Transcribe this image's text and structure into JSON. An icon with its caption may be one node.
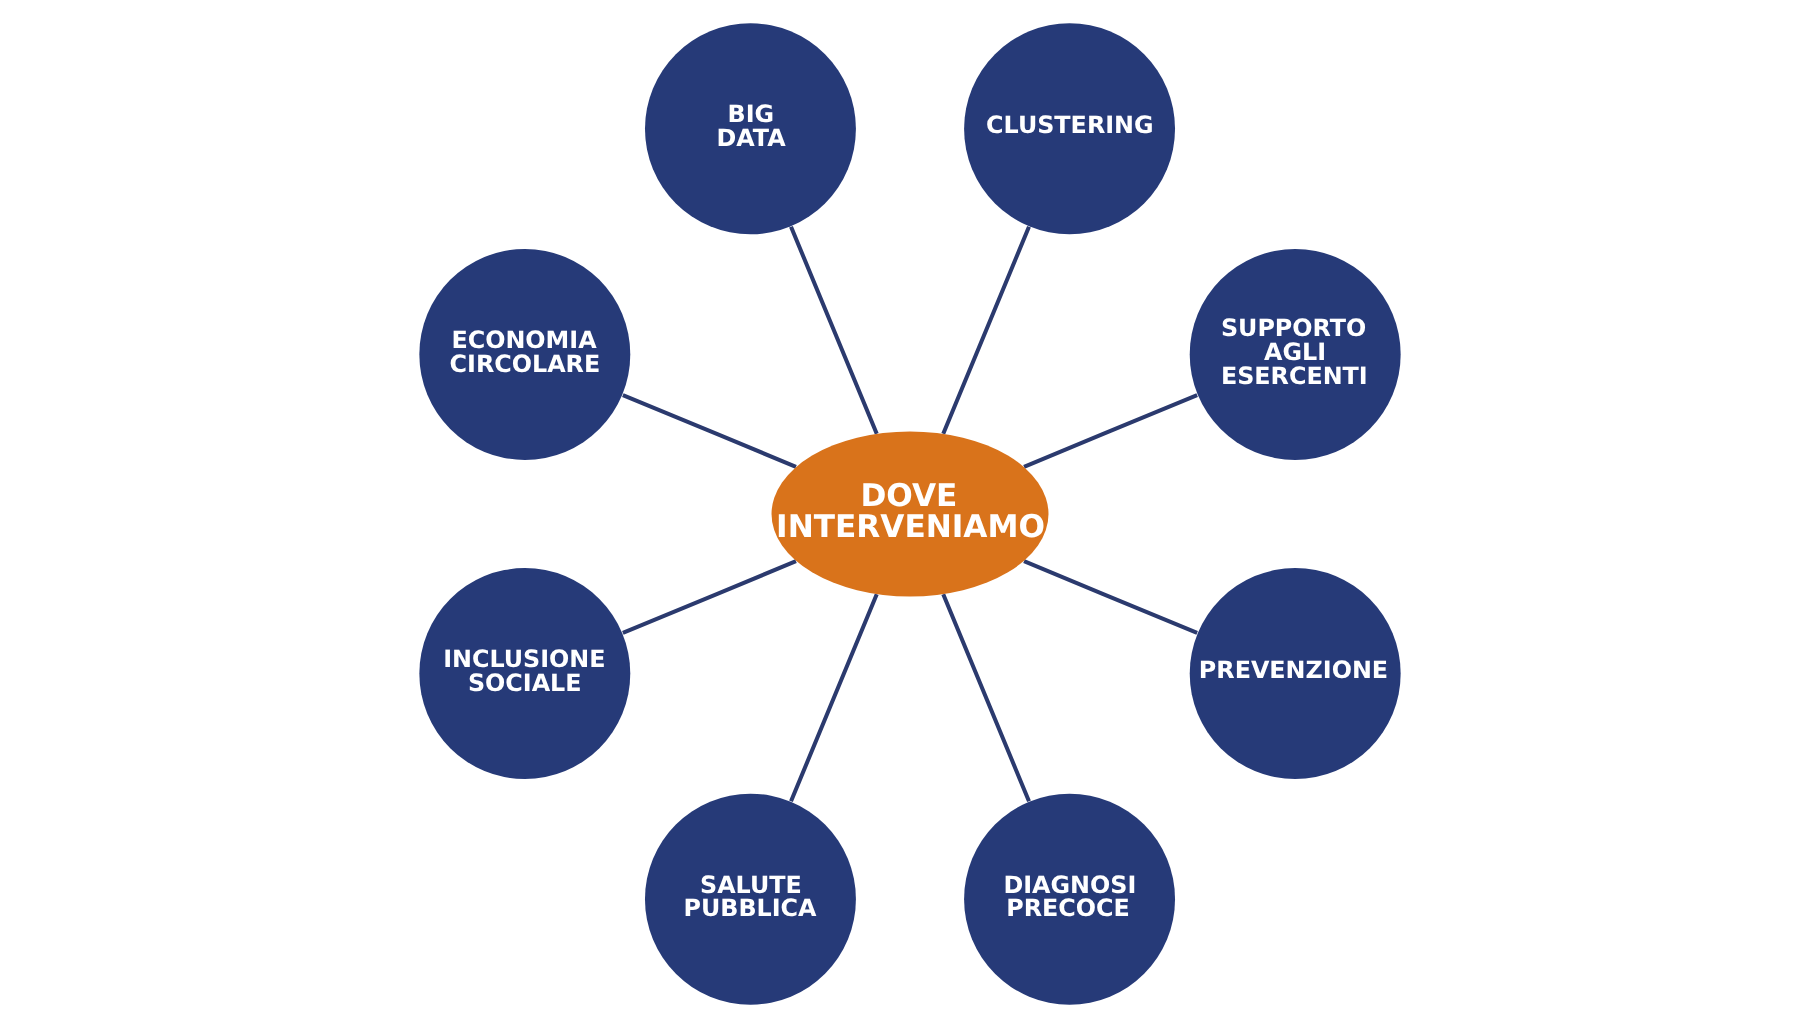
{
  "diagram": {
    "nodes": [
      {
        "text": [
          "DOVE INTERVENIAMO"
        ]
      },
      {
        "text": [
          "BIG DATA"
        ]
      },
      {
        "text": [
          "CLUSTERING"
        ]
      },
      {
        "text": [
          "ECONOMIA CIRCOLARE"
        ]
      },
      {
        "text": [
          "SUPPORTO AGLI ESERCENTI"
        ]
      },
      {
        "text": [
          "PREVENZIONE"
        ]
      },
      {
        "text": [
          "INCLUSIONE SOCIALE"
        ]
      },
      {
        "text": [
          "SALUTE PUBBLICA"
        ]
      },
      {
        "text": [
          "DIAGNOSI PRECOCE"
        ]
      }
    ],
    "edges": [
      {
        "from": 0,
        "to": 1,
        "arrow": "none"
      },
      {
        "from": 0,
        "to": 2,
        "arrow": "none"
      },
      {
        "from": 0,
        "to": 4,
        "arrow": "none"
      },
      {
        "from": 0,
        "to": 5,
        "arrow": "none"
      },
      {
        "from": 0,
        "to": 8,
        "arrow": "none"
      },
      {
        "from": 0,
        "to": 7,
        "arrow": "none"
      },
      {
        "from": 0,
        "to": 6,
        "arrow": "none"
      },
      {
        "from": 0,
        "to": 3,
        "arrow": "none"
      }
    ]
  }
}
